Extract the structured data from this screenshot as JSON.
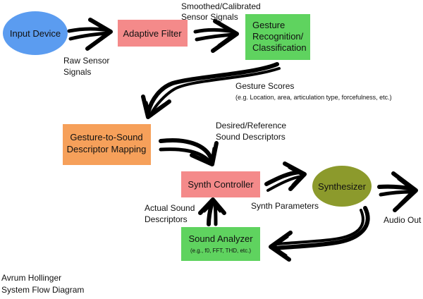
{
  "nodes": {
    "input_device": "Input Device",
    "adaptive_filter": "Adaptive Filter",
    "gesture_recognition": [
      "Gesture",
      "Recognition/",
      "Classification"
    ],
    "mapping": [
      "Gesture-to-Sound",
      "Descriptor Mapping"
    ],
    "synth_controller": "Synth Controller",
    "synthesizer": "Synthesizer",
    "sound_analyzer": "Sound Analyzer",
    "sound_analyzer_detail": "(e.g., f0, FFT, THD, etc.)"
  },
  "labels": {
    "raw_sensor": [
      "Raw Sensor",
      "Signals"
    ],
    "smoothed": [
      "Smoothed/Calibrated",
      "Sensor Signals"
    ],
    "gesture_scores": "Gesture Scores",
    "gesture_scores_detail": "(e.g. Location, area, articulation type, forcefulness, etc.)",
    "desired": [
      "Desired/Reference",
      "Sound Descriptors"
    ],
    "actual": [
      "Actual Sound",
      "Descriptors"
    ],
    "synth_params": "Synth Parameters",
    "audio_out": "Audio Out"
  },
  "footer": [
    "Avrum Hollinger",
    "System Flow Diagram"
  ],
  "colors": {
    "input_device": "#5b9cf0",
    "adaptive_filter": "#f48a8a",
    "gesture_recognition": "#5fd35f",
    "mapping": "#f6a05a",
    "synth_controller": "#f48a8a",
    "synthesizer": "#8c9a2c",
    "sound_analyzer": "#5fd35f"
  }
}
